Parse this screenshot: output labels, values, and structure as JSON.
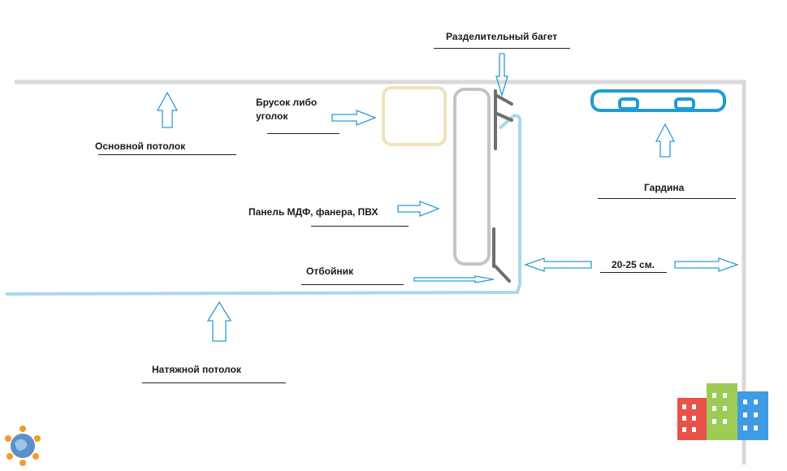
{
  "labels": {
    "divider_baguette": "Разделительный багет",
    "bar_or_corner_line1": "Брусок либо",
    "bar_or_corner_line2": "уголок",
    "main_ceiling": "Основной потолок",
    "curtain": "Гардина",
    "panel": "Панель МДФ, фанера, ПВХ",
    "bumper": "Отбойник",
    "distance": "20-25 см.",
    "stretch_ceiling": "Натяжной потолок"
  },
  "colors": {
    "main_ceiling_line": "#d9d9d9",
    "stretch_ceiling_line": "#a9d8ea",
    "bar_outline": "#efe3b8",
    "panel_outline": "#c4c4c4",
    "baguette": "#6e6e6e",
    "curtain_rail": "#1f9bd6",
    "arrow_stroke": "#2e9bd6",
    "logo_red": "#e8524a",
    "logo_green": "#9ccc55",
    "logo_blue": "#3f9be3"
  },
  "icons": {
    "left_logo": "people-globe-logo",
    "right_logo": "city-buildings-logo"
  }
}
